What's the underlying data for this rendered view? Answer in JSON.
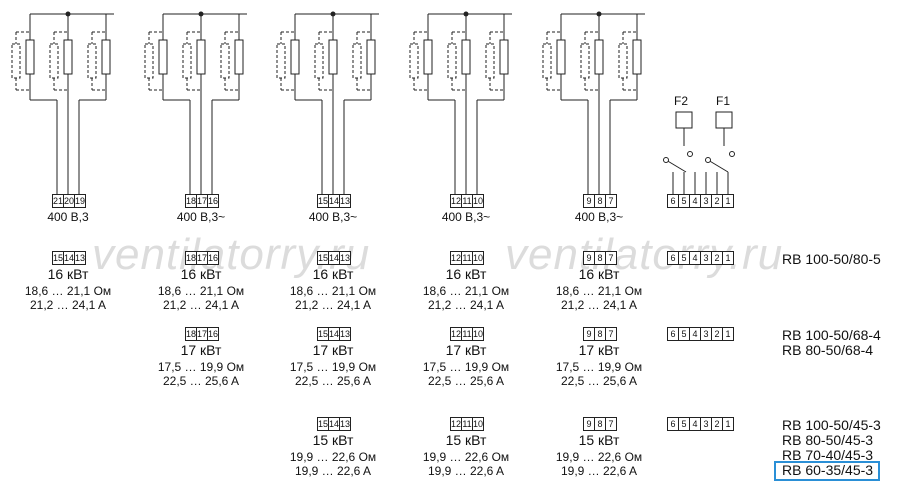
{
  "watermarks": [
    "ventilatorry.ru",
    "ventilatorry.ru"
  ],
  "colors": {
    "highlight": "#2a8fd6",
    "watermark": "#dcdcdc",
    "line": "#222222"
  },
  "diagram": {
    "units": [
      {
        "terminals": [
          "21",
          "20",
          "19"
        ],
        "voltage": "400 B,3"
      },
      {
        "terminals": [
          "18",
          "17",
          "16"
        ],
        "voltage": "400 B,3~"
      },
      {
        "terminals": [
          "15",
          "14",
          "13"
        ],
        "voltage": "400 B,3~"
      },
      {
        "terminals": [
          "12",
          "11",
          "10"
        ],
        "voltage": "400 B,3~"
      },
      {
        "terminals": [
          "9",
          "8",
          "7"
        ],
        "voltage": "400 B,3~"
      }
    ],
    "protection": {
      "f2_label": "F2",
      "f1_label": "F1",
      "terminals": [
        "6",
        "5",
        "4",
        "3",
        "2",
        "1"
      ]
    }
  },
  "rows": [
    {
      "model_lines": [
        "RB 100-50/80-5"
      ],
      "cells": [
        {
          "terminals": [
            "15",
            "14",
            "13"
          ],
          "power": "16 кВт",
          "resistance": "18,6 … 21,1 Ом",
          "current": "21,2 … 24,1 A"
        },
        {
          "terminals": [
            "18",
            "17",
            "16"
          ],
          "power": "16 кВт",
          "resistance": "18,6 … 21,1 Ом",
          "current": "21,2 … 24,1 A"
        },
        {
          "terminals": [
            "15",
            "14",
            "13"
          ],
          "power": "16 кВт",
          "resistance": "18,6 … 21,1 Ом",
          "current": "21,2 … 24,1 A"
        },
        {
          "terminals": [
            "12",
            "11",
            "10"
          ],
          "power": "16 кВт",
          "resistance": "18,6 … 21,1 Ом",
          "current": "21,2 … 24,1 A"
        },
        {
          "terminals": [
            "9",
            "8",
            "7"
          ],
          "power": "16 кВт",
          "resistance": "18,6 … 21,1 Ом",
          "current": "21,2 … 24,1 A"
        }
      ],
      "protection_terminals": [
        "6",
        "5",
        "4",
        "3",
        "2",
        "1"
      ]
    },
    {
      "model_lines": [
        "RB 100-50/68-4",
        "RB 80-50/68-4"
      ],
      "cells": [
        null,
        {
          "terminals": [
            "18",
            "17",
            "16"
          ],
          "power": "17 кВт",
          "resistance": "17,5 … 19,9 Ом",
          "current": "22,5 … 25,6 A"
        },
        {
          "terminals": [
            "15",
            "14",
            "13"
          ],
          "power": "17 кВт",
          "resistance": "17,5 … 19,9 Ом",
          "current": "22,5 … 25,6 A"
        },
        {
          "terminals": [
            "12",
            "11",
            "10"
          ],
          "power": "17 кВт",
          "resistance": "17,5 … 19,9 Ом",
          "current": "22,5 … 25,6 A"
        },
        {
          "terminals": [
            "9",
            "8",
            "7"
          ],
          "power": "17 кВт",
          "resistance": "17,5 … 19,9 Ом",
          "current": "22,5 … 25,6 A"
        }
      ],
      "protection_terminals": [
        "6",
        "5",
        "4",
        "3",
        "2",
        "1"
      ]
    },
    {
      "model_lines": [
        "RB 100-50/45-3",
        "RB 80-50/45-3",
        "RB 70-40/45-3",
        "RB 60-35/45-3"
      ],
      "cells": [
        null,
        null,
        {
          "terminals": [
            "15",
            "14",
            "13"
          ],
          "power": "15 кВт",
          "resistance": "19,9 … 22,6 Ом",
          "current": "19,9 … 22,6 A"
        },
        {
          "terminals": [
            "12",
            "11",
            "10"
          ],
          "power": "15 кВт",
          "resistance": "19,9 … 22,6 Ом",
          "current": "19,9 … 22,6 A"
        },
        {
          "terminals": [
            "9",
            "8",
            "7"
          ],
          "power": "15 кВт",
          "resistance": "19,9 … 22,6 Ом",
          "current": "19,9 … 22,6 A"
        }
      ],
      "protection_terminals": [
        "6",
        "5",
        "4",
        "3",
        "2",
        "1"
      ]
    }
  ]
}
